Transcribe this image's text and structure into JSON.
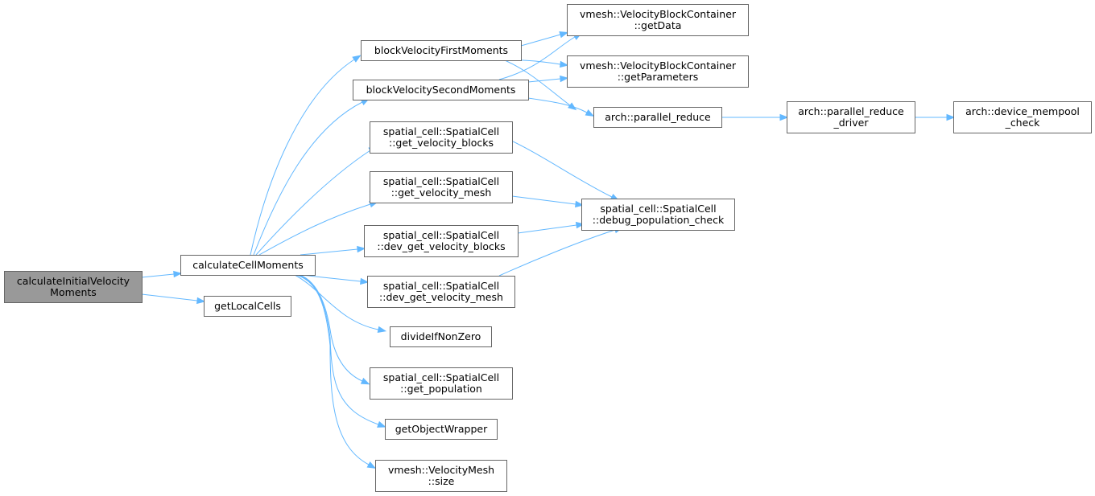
{
  "diagram": {
    "type": "call-graph",
    "colors": {
      "edge": "#63b8ff",
      "node_border": "#666666",
      "root_fill": "#999999",
      "node_fill": "#ffffff"
    },
    "nodes": {
      "calculateInitialVelocityMoments": {
        "lines": [
          "calculateInitialVelocity",
          "Moments"
        ],
        "root": true
      },
      "calculateCellMoments": {
        "lines": [
          "calculateCellMoments"
        ]
      },
      "getLocalCells": {
        "lines": [
          "getLocalCells"
        ]
      },
      "blockVelocityFirstMoments": {
        "lines": [
          "blockVelocityFirstMoments"
        ]
      },
      "blockVelocitySecondMoments": {
        "lines": [
          "blockVelocitySecondMoments"
        ]
      },
      "get_velocity_blocks": {
        "lines": [
          "spatial_cell::SpatialCell",
          "::get_velocity_blocks"
        ]
      },
      "get_velocity_mesh": {
        "lines": [
          "spatial_cell::SpatialCell",
          "::get_velocity_mesh"
        ]
      },
      "dev_get_velocity_blocks": {
        "lines": [
          "spatial_cell::SpatialCell",
          "::dev_get_velocity_blocks"
        ]
      },
      "dev_get_velocity_mesh": {
        "lines": [
          "spatial_cell::SpatialCell",
          "::dev_get_velocity_mesh"
        ]
      },
      "divideIfNonZero": {
        "lines": [
          "divideIfNonZero"
        ]
      },
      "get_population": {
        "lines": [
          "spatial_cell::SpatialCell",
          "::get_population"
        ]
      },
      "getObjectWrapper": {
        "lines": [
          "getObjectWrapper"
        ]
      },
      "vmesh_size": {
        "lines": [
          "vmesh::VelocityMesh",
          "::size"
        ]
      },
      "getData": {
        "lines": [
          "vmesh::VelocityBlockContainer",
          "::getData"
        ]
      },
      "getParameters": {
        "lines": [
          "vmesh::VelocityBlockContainer",
          "::getParameters"
        ]
      },
      "parallel_reduce": {
        "lines": [
          "arch::parallel_reduce"
        ]
      },
      "parallel_reduce_driver": {
        "lines": [
          "arch::parallel_reduce",
          "_driver"
        ]
      },
      "device_mempool_check": {
        "lines": [
          "arch::device_mempool",
          "_check"
        ]
      },
      "debug_population_check": {
        "lines": [
          "spatial_cell::SpatialCell",
          "::debug_population_check"
        ]
      }
    },
    "edges": [
      [
        "calculateInitialVelocityMoments",
        "calculateCellMoments"
      ],
      [
        "calculateInitialVelocityMoments",
        "getLocalCells"
      ],
      [
        "calculateCellMoments",
        "blockVelocityFirstMoments"
      ],
      [
        "calculateCellMoments",
        "blockVelocitySecondMoments"
      ],
      [
        "calculateCellMoments",
        "get_velocity_blocks"
      ],
      [
        "calculateCellMoments",
        "get_velocity_mesh"
      ],
      [
        "calculateCellMoments",
        "dev_get_velocity_blocks"
      ],
      [
        "calculateCellMoments",
        "dev_get_velocity_mesh"
      ],
      [
        "calculateCellMoments",
        "divideIfNonZero"
      ],
      [
        "calculateCellMoments",
        "get_population"
      ],
      [
        "calculateCellMoments",
        "getObjectWrapper"
      ],
      [
        "calculateCellMoments",
        "vmesh_size"
      ],
      [
        "blockVelocityFirstMoments",
        "getData"
      ],
      [
        "blockVelocityFirstMoments",
        "getParameters"
      ],
      [
        "blockVelocityFirstMoments",
        "parallel_reduce"
      ],
      [
        "blockVelocitySecondMoments",
        "getData"
      ],
      [
        "blockVelocitySecondMoments",
        "getParameters"
      ],
      [
        "blockVelocitySecondMoments",
        "parallel_reduce"
      ],
      [
        "parallel_reduce",
        "parallel_reduce_driver"
      ],
      [
        "parallel_reduce_driver",
        "device_mempool_check"
      ],
      [
        "get_velocity_blocks",
        "debug_population_check"
      ],
      [
        "get_velocity_mesh",
        "debug_population_check"
      ],
      [
        "dev_get_velocity_blocks",
        "debug_population_check"
      ],
      [
        "dev_get_velocity_mesh",
        "debug_population_check"
      ]
    ]
  }
}
